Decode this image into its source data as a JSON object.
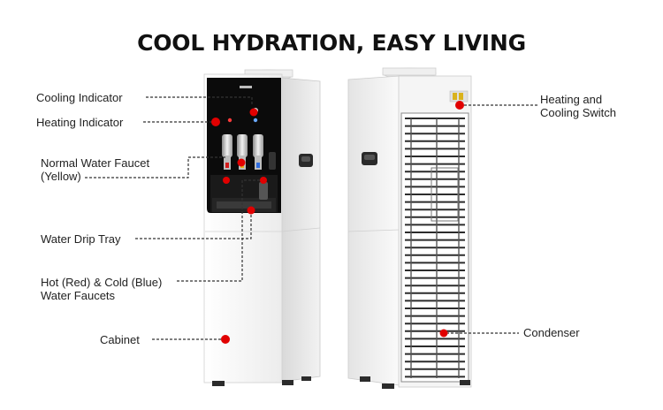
{
  "title": "COOL HYDRATION, EASY LIVING",
  "labels": {
    "cooling_indicator": "Cooling Indicator",
    "heating_indicator": "Heating Indicator",
    "normal_faucet_line1": "Normal Water Faucet",
    "normal_faucet_line2": "(Yellow)",
    "drip_tray": "Water Drip Tray",
    "hot_cold_line1": "Hot (Red) & Cold (Blue)",
    "hot_cold_line2": "Water Faucets",
    "cabinet": "Cabinet",
    "switch_line1": "Heating and",
    "switch_line2": "Cooling Switch",
    "condenser": "Condenser"
  },
  "colors": {
    "marker": "#e10000",
    "text": "#222222",
    "panel": "#0b0b0b",
    "body": "#f4f4f4",
    "coil": "#2c2c2c"
  }
}
